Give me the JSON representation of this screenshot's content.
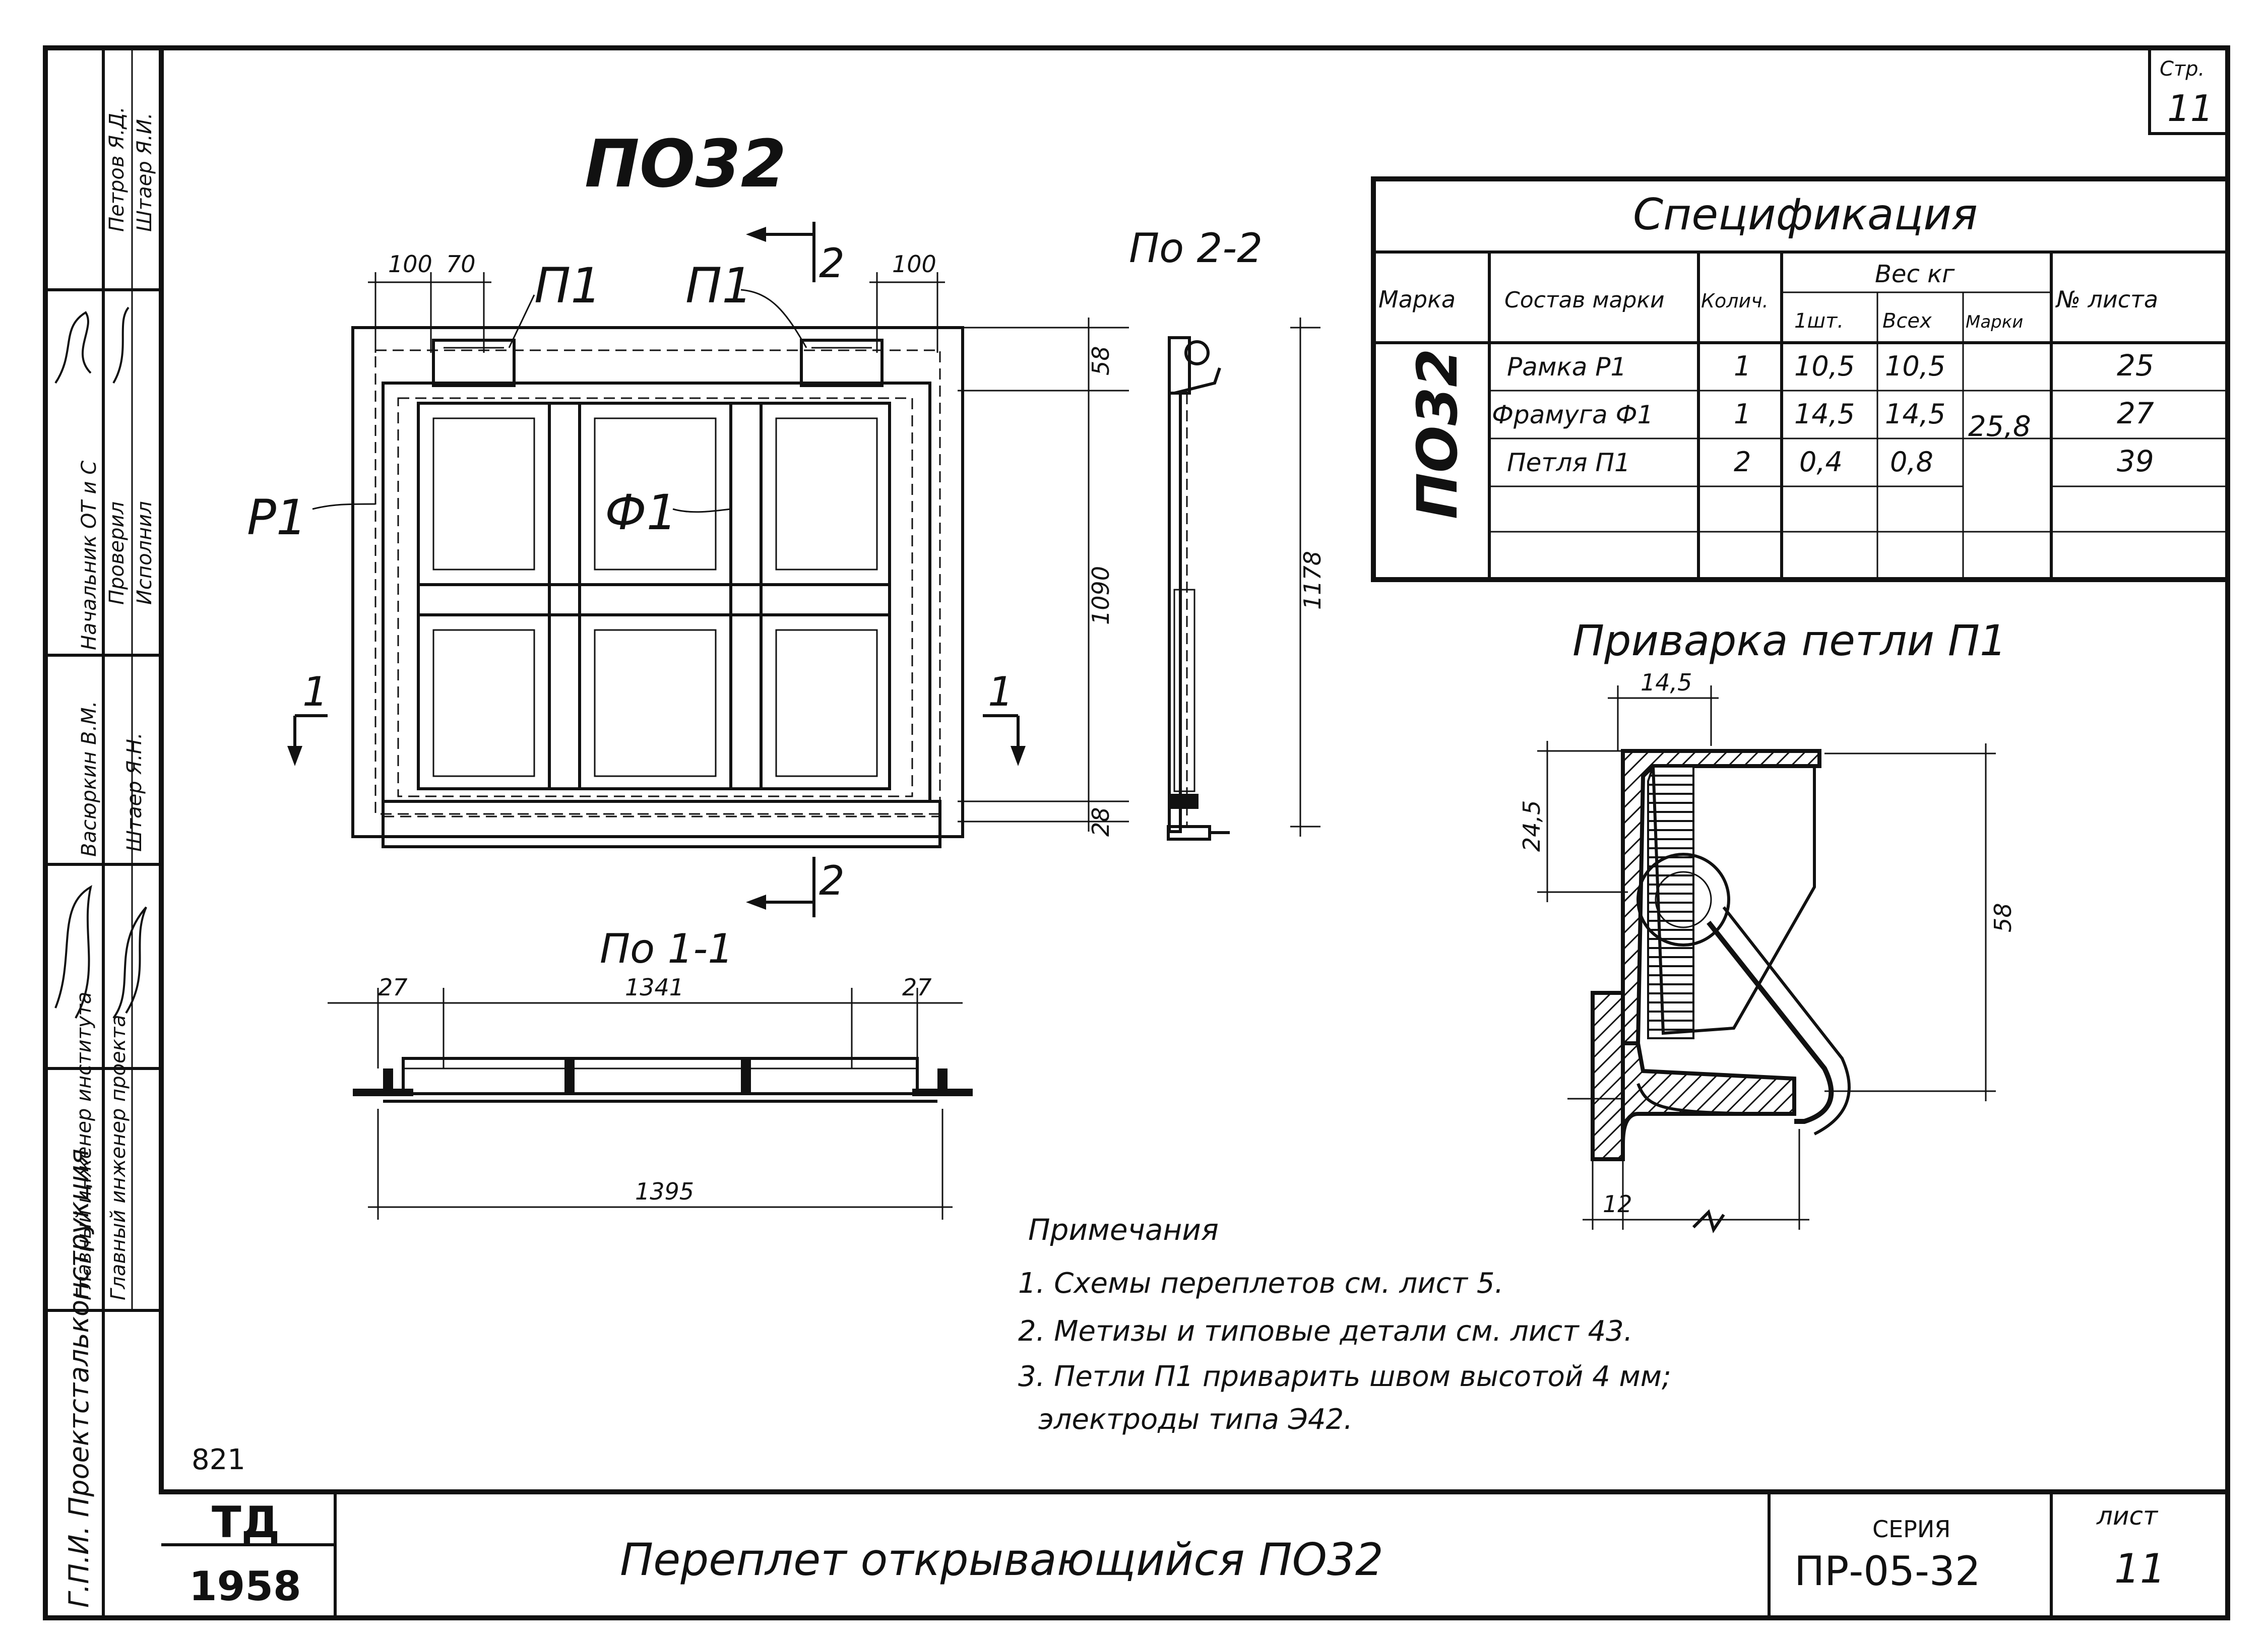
{
  "header": {
    "page_label": "Стр.",
    "page_number": "11",
    "main_title": "ПО32"
  },
  "left_column": {
    "org": "Г.П.И. Проектстальконструкция",
    "roles": [
      {
        "role": "Главный инженер института",
        "person": ""
      },
      {
        "role": "Главный инженер проекта",
        "person": ""
      },
      {
        "role": "Начальник ОТ и С",
        "person": ""
      },
      {
        "role": "Проверил",
        "person": "Петров Я.Д."
      },
      {
        "role": "Исполнил",
        "person": "Штаер Я.И."
      },
      {
        "role": "",
        "person": "Васюркин В.М."
      },
      {
        "role": "",
        "person": "Штаер Я.Н."
      }
    ]
  },
  "main_view": {
    "callouts": {
      "p1_left": "П1",
      "p1_right": "П1",
      "r1": "Р1",
      "f1": "Ф1"
    },
    "section_marks": {
      "cut1": "1",
      "cut2": "2"
    },
    "dims_top": [
      "100",
      "70",
      "100"
    ],
    "dims_right": {
      "top": "58",
      "mid": "1090",
      "bottom": "28",
      "overall": "1178"
    }
  },
  "section_2_2": {
    "title": "По 2-2"
  },
  "section_1_1": {
    "title": "По 1-1",
    "dims": {
      "left": "27",
      "middle": "1341",
      "right": "27",
      "overall": "1395"
    }
  },
  "spec": {
    "title": "Спецификация",
    "headers": {
      "marka": "Марка",
      "sostav": "Состав марки",
      "kol": "Колич.",
      "ves": "Вес кг",
      "ves_1": "1шт.",
      "ves_all": "Всех",
      "ves_marki": "Марки",
      "list": "№ листа"
    },
    "mark": "ПО32",
    "rows": [
      {
        "name": "Рамка Р1",
        "qty": "1",
        "w1": "10,5",
        "wall": "10,5",
        "sheet": "25"
      },
      {
        "name": "Фрамуга Ф1",
        "qty": "1",
        "w1": "14,5",
        "wall": "14,5",
        "sheet": "27"
      },
      {
        "name": "Петля П1",
        "qty": "2",
        "w1": "0,4",
        "wall": "0,8",
        "sheet": "39"
      }
    ],
    "mark_weight": "25,8"
  },
  "weld_detail": {
    "title": "Приварка петли П1",
    "dims": {
      "top": "14,5",
      "left": "24,5",
      "right": "58",
      "bottom": "12"
    }
  },
  "notes": {
    "heading": "Примечания",
    "items": [
      "1. Схемы переплетов см. лист 5.",
      "2. Метизы и типовые детали см. лист 43.",
      "3. Петли П1 приварить швом высотой 4 мм;",
      "электроды типа Э42."
    ]
  },
  "title_block": {
    "code": "821",
    "td": "ТД",
    "year": "1958",
    "title": "Переплет открывающийся ПО32",
    "series_label": "СЕРИЯ",
    "series": "ПР-05-32",
    "sheet_label": "лист",
    "sheet": "11"
  }
}
